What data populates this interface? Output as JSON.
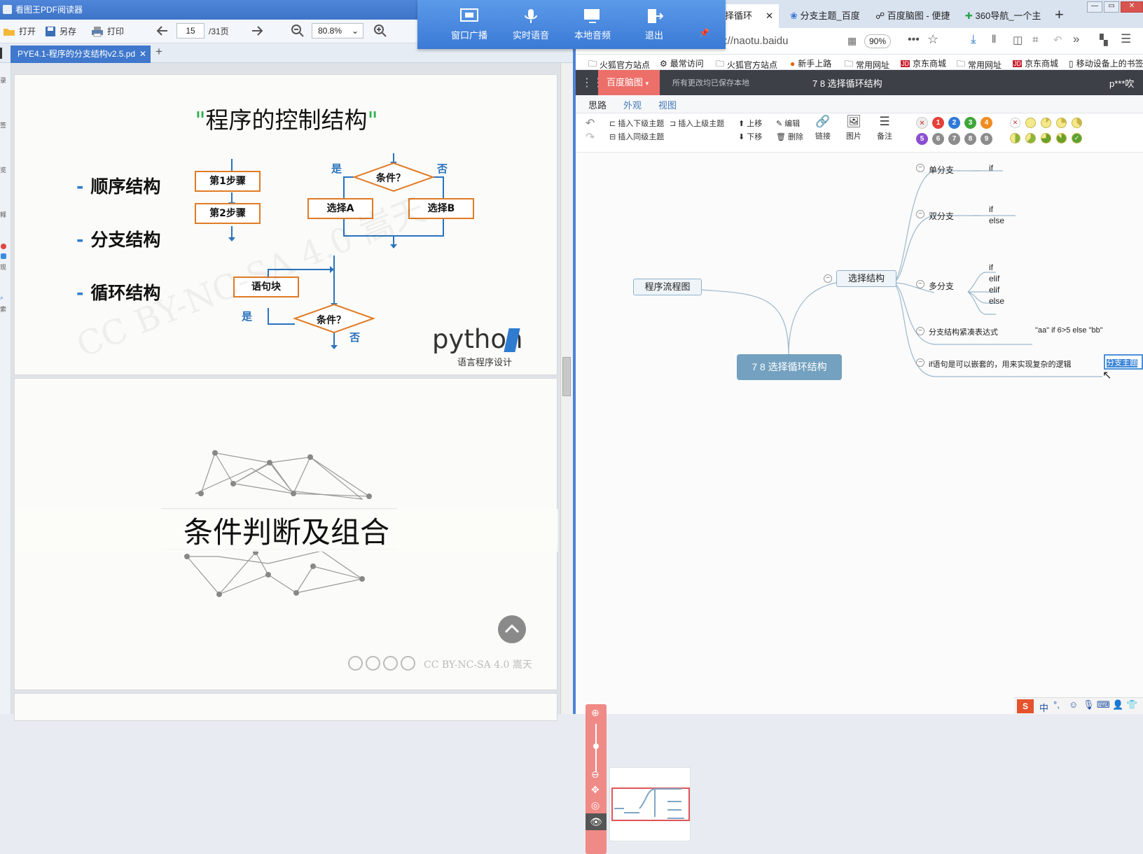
{
  "pdf": {
    "app_title": "看图王PDF阅读器",
    "toolbar": {
      "open": "打开",
      "save_as": "另存",
      "print": "打印",
      "page_current": "15",
      "page_total": "/31页",
      "zoom": "80.8%"
    },
    "tab_name": "PYE4.1-程序的分支结构v2.5.pd",
    "side_labels": [
      "录",
      "签",
      "览",
      "释",
      "现",
      "索"
    ],
    "slide1": {
      "title_quote_open": "\"",
      "title": "程序的控制结构",
      "title_quote_close": "\"",
      "bullets": [
        "顺序结构",
        "分支结构",
        "循环结构"
      ],
      "seq_steps": [
        "第1步骤",
        "第2步骤"
      ],
      "branch_condition": "条件？",
      "branch_yes": "是",
      "branch_no": "否",
      "branch_a": "选择A",
      "branch_b": "选择B",
      "loop_block": "语句块",
      "loop_condition": "条件？",
      "loop_yes": "是",
      "loop_no": "否",
      "logo_text": "python",
      "logo_sub": "语言程序设计",
      "watermark": "CC BY-NC-SA 4.0 嵩天"
    },
    "slide2": {
      "title": "条件判断及组合",
      "license": "CC BY-NC-SA 4.0 嵩天"
    }
  },
  "broadcast": {
    "items": [
      "窗口广播",
      "实时语音",
      "本地音频",
      "退出"
    ]
  },
  "browser": {
    "tabs": [
      "选择循环",
      "分支主题_百度",
      "百度脑图 - 便捷",
      "360导航_一个主"
    ],
    "url": "https://naotu.baidu",
    "zoom": "90%",
    "bookmarks": [
      "火狐官方站点",
      "最常访问",
      "火狐官方站点",
      "新手上路",
      "常用网址",
      "京东商城",
      "常用网址",
      "京东商城",
      "移动设备上的书签"
    ]
  },
  "naotu": {
    "brand": "百度脑图",
    "save_status": "所有更改均已保存本地",
    "doc_title": "7 8 选择循环结构",
    "user": "p***吹",
    "tabs": [
      "思路",
      "外观",
      "视图"
    ],
    "tools": {
      "insert_child": "插入下级主题",
      "insert_parent": "插入上级主题",
      "insert_sibling": "插入同级主题",
      "move_up": "上移",
      "move_down": "下移",
      "edit": "编辑",
      "delete": "删除",
      "link": "链接",
      "image": "图片",
      "note": "备注"
    },
    "priorities": [
      "1",
      "2",
      "3",
      "4",
      "5",
      "6",
      "7",
      "8",
      "9"
    ],
    "priority_colors": [
      "#e4413a",
      "#2f7ad8",
      "#3fa63a",
      "#f08c22",
      "#8a4fd1",
      "#8c8c8c",
      "#8c8c8c",
      "#8c8c8c",
      "#8c8c8c"
    ],
    "mindmap": {
      "root": "7 8 选择循环结构",
      "left_node": "程序流程图",
      "main_node": "选择结构",
      "branches": [
        {
          "label": "单分支",
          "detail": [
            "if"
          ]
        },
        {
          "label": "双分支",
          "detail": [
            "if",
            "else"
          ]
        },
        {
          "label": "多分支",
          "detail": [
            "if",
            "elif",
            "elif",
            "else"
          ]
        },
        {
          "label": "分支结构紧凑表达式",
          "detail": [
            "\"aa\" if 6>5 else \"bb\""
          ]
        },
        {
          "label": "if语句是可以嵌套的，用来实现复杂的逻辑",
          "detail": [
            "分支主题"
          ]
        }
      ]
    }
  },
  "tray": {
    "ime": "中"
  }
}
